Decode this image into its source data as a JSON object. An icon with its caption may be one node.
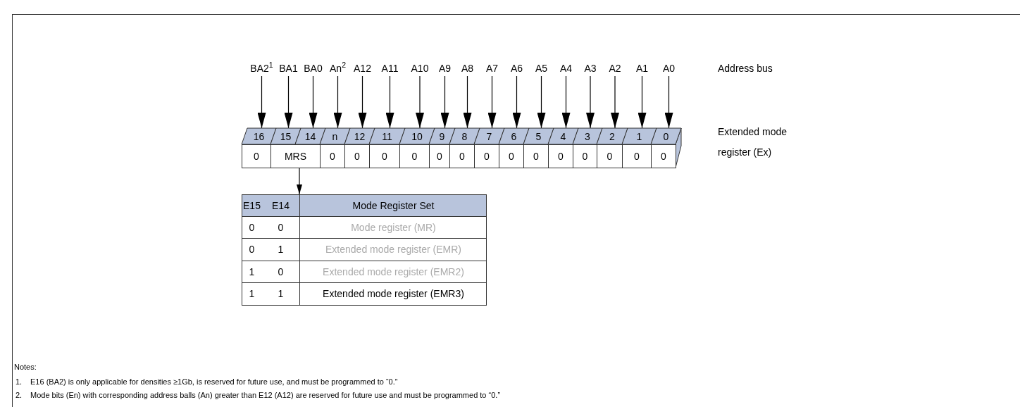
{
  "diagram": {
    "nodes": [
      {
        "text": [
          "BA2$^{1}$"
        ]
      },
      {
        "text": [
          "BA1"
        ]
      },
      {
        "text": [
          "BA0"
        ]
      },
      {
        "text": [
          "An$^{2}$"
        ]
      },
      {
        "text": [
          "A12"
        ]
      },
      {
        "text": [
          "A11"
        ]
      },
      {
        "text": [
          "A10"
        ]
      },
      {
        "text": [
          "A9"
        ]
      },
      {
        "text": [
          "A8"
        ]
      },
      {
        "text": [
          "A7"
        ]
      },
      {
        "text": [
          "A6"
        ]
      },
      {
        "text": [
          "A5"
        ]
      },
      {
        "text": [
          "A4"
        ]
      },
      {
        "text": [
          "A3"
        ]
      },
      {
        "text": [
          "A2"
        ]
      },
      {
        "text": [
          "A1"
        ]
      },
      {
        "text": [
          "A0"
        ]
      },
      {
        "text": [
          "16"
        ]
      },
      {
        "text": [
          "15"
        ]
      },
      {
        "text": [
          "14"
        ]
      },
      {
        "text": [
          "n"
        ]
      },
      {
        "text": [
          "12"
        ]
      },
      {
        "text": [
          "11"
        ]
      },
      {
        "text": [
          "10"
        ]
      },
      {
        "text": [
          "9"
        ]
      },
      {
        "text": [
          "8"
        ]
      },
      {
        "text": [
          "7"
        ]
      },
      {
        "text": [
          "6"
        ]
      },
      {
        "text": [
          "5"
        ]
      },
      {
        "text": [
          "4"
        ]
      },
      {
        "text": [
          "3"
        ]
      },
      {
        "text": [
          "2"
        ]
      },
      {
        "text": [
          "1"
        ]
      },
      {
        "text": [
          "0"
        ]
      },
      {
        "text": [
          "0"
        ]
      },
      {
        "text": [
          "MRS"
        ]
      },
      {
        "text": [
          "0"
        ]
      },
      {
        "text": [
          "0"
        ]
      },
      {
        "text": [
          "0"
        ]
      },
      {
        "text": [
          "0"
        ]
      },
      {
        "text": [
          "0"
        ]
      },
      {
        "text": [
          "0"
        ]
      },
      {
        "text": [
          "0"
        ]
      },
      {
        "text": [
          "0"
        ]
      },
      {
        "text": [
          "0"
        ]
      },
      {
        "text": [
          "0"
        ]
      },
      {
        "text": [
          "0"
        ]
      },
      {
        "text": [
          "0"
        ]
      },
      {
        "text": [
          "0"
        ]
      },
      {
        "text": [
          "0"
        ]
      },
      {
        "text": [
          "E15",
          "E14",
          "Mode Register Set",
          "0",
          "0",
          "Mode register (MR)",
          "0",
          "1",
          "Extended mode register (EMR)",
          "1",
          "0",
          "Extended mode register (EMR2)",
          "1",
          "1",
          "Extended mode register (EMR3)"
        ]
      }
    ],
    "edges": [
      {
        "from": 0,
        "to": 17,
        "arrow": "to"
      },
      {
        "from": 1,
        "to": 18,
        "arrow": "to"
      },
      {
        "from": 2,
        "to": 19,
        "arrow": "to"
      },
      {
        "from": 3,
        "to": 20,
        "arrow": "to"
      },
      {
        "from": 4,
        "to": 21,
        "arrow": "to"
      },
      {
        "from": 5,
        "to": 22,
        "arrow": "to"
      },
      {
        "from": 6,
        "to": 23,
        "arrow": "to"
      },
      {
        "from": 7,
        "to": 24,
        "arrow": "to"
      },
      {
        "from": 8,
        "to": 25,
        "arrow": "to"
      },
      {
        "from": 9,
        "to": 26,
        "arrow": "to"
      },
      {
        "from": 10,
        "to": 27,
        "arrow": "to"
      },
      {
        "from": 11,
        "to": 28,
        "arrow": "to"
      },
      {
        "from": 12,
        "to": 29,
        "arrow": "to"
      },
      {
        "from": 13,
        "to": 30,
        "arrow": "to"
      },
      {
        "from": 14,
        "to": 31,
        "arrow": "to"
      },
      {
        "from": 15,
        "to": 32,
        "arrow": "to"
      },
      {
        "from": 16,
        "to": 33,
        "arrow": "to"
      },
      {
        "from": 35,
        "to": 50,
        "arrow": "to"
      }
    ],
    "labels": [
      "Address bus",
      "Extended mode register (Ex)",
      "Notes:",
      "1.",
      "E16 (BA2) is only applicable for densities ≥1Gb, is reserved for future use, and must be programmed to “0.”",
      "2.",
      "Mode bits (En) with corresponding address balls (An) greater than E12 (A12) are reserved for future use and must be programmed to “0.”"
    ]
  }
}
